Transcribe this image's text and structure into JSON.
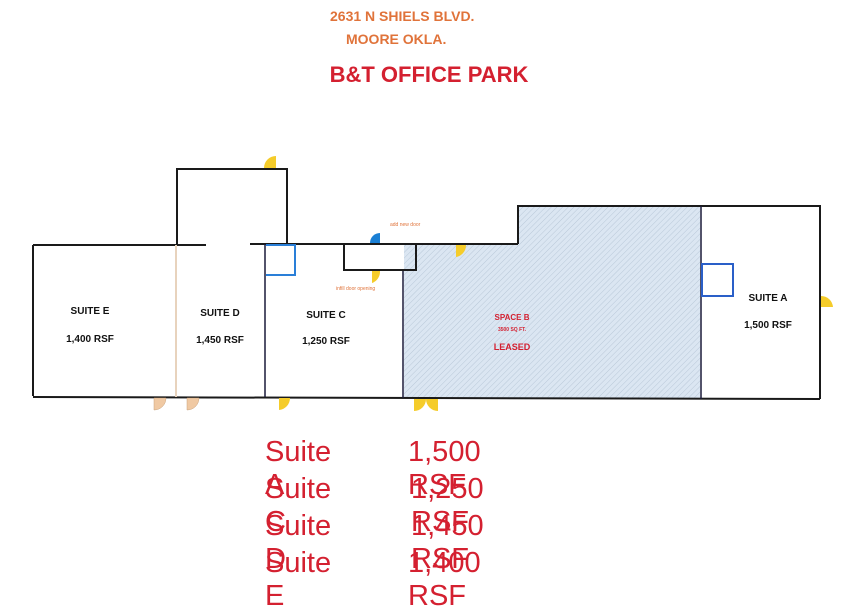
{
  "header": {
    "address_line1": "2631 N SHIELS BLVD.",
    "address_line2": "MOORE OKLA.",
    "title": "B&T OFFICE PARK"
  },
  "floorplan": {
    "suites": [
      {
        "id": "E",
        "name": "SUITE E",
        "area": "1,400 RSF"
      },
      {
        "id": "D",
        "name": "SUITE D",
        "area": "1,450 RSF"
      },
      {
        "id": "C",
        "name": "SUITE C",
        "area": "1,250 RSF"
      },
      {
        "id": "A",
        "name": "SUITE A",
        "area": "1,500 RSF"
      }
    ],
    "space_b": {
      "name": "SPACE B",
      "area": "3500 SQ FT.",
      "status": "LEASED"
    },
    "annotations": {
      "add_new_door": "add new door",
      "infill_door_opening": "infill door opening"
    },
    "colors": {
      "wall": "#1a1a1a",
      "leased_fill": "#dbe6f2",
      "door_yellow": "#f5cc2a",
      "door_tan": "#f0c9a3",
      "door_blue": "#1a7fd4",
      "closet_blue": "#2a7fd8",
      "text_red": "#d42030",
      "text_orange": "#e0733a"
    }
  },
  "summary": [
    {
      "name": "Suite A",
      "area": "1,500 RSF"
    },
    {
      "name": "Suite C",
      "area": "1,250 RSF"
    },
    {
      "name": "Suite D",
      "area": "1,450 RSF"
    },
    {
      "name": "Suite E",
      "area": "1,400 RSF"
    }
  ]
}
